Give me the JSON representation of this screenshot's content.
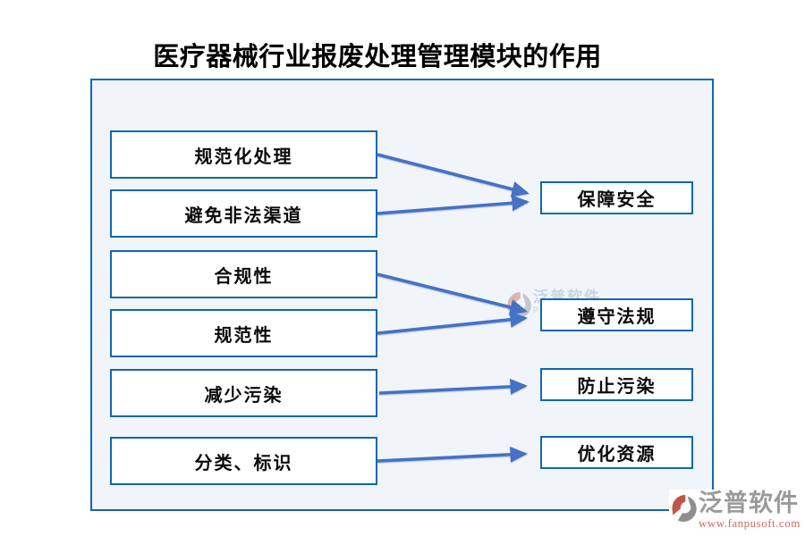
{
  "title": "医疗器械行业报废处理管理模块的作用",
  "colors": {
    "frame_border": "#0f68b0",
    "box_border": "#0f68b0",
    "box_bg": "#ffffff",
    "panel_bg": "#f1f4f9",
    "arrow": "#4472c4",
    "title_color": "#000000",
    "watermark_gray": "#9b9b9b",
    "watermark_red": "#cd6a5e"
  },
  "left_boxes": [
    {
      "label": "规范化处理"
    },
    {
      "label": "避免非法渠道"
    },
    {
      "label": "合规性"
    },
    {
      "label": "规范性"
    },
    {
      "label": "减少污染"
    },
    {
      "label": "分类、标识"
    }
  ],
  "right_boxes": [
    {
      "label": "保障安全"
    },
    {
      "label": "遵守法规"
    },
    {
      "label": "防止污染"
    },
    {
      "label": "优化资源"
    }
  ],
  "connections": [
    {
      "from": "规范化处理",
      "to": "保障安全"
    },
    {
      "from": "避免非法渠道",
      "to": "保障安全"
    },
    {
      "from": "合规性",
      "to": "遵守法规"
    },
    {
      "from": "规范性",
      "to": "遵守法规"
    },
    {
      "from": "减少污染",
      "to": "防止污染"
    },
    {
      "from": "分类、标识",
      "to": "优化资源"
    }
  ],
  "watermark_center": {
    "brand": "泛普软件",
    "sub": "PU SOFTWARE"
  },
  "footer_logo": {
    "brand": "泛普软件",
    "url": "www.fanpusoft.com"
  }
}
